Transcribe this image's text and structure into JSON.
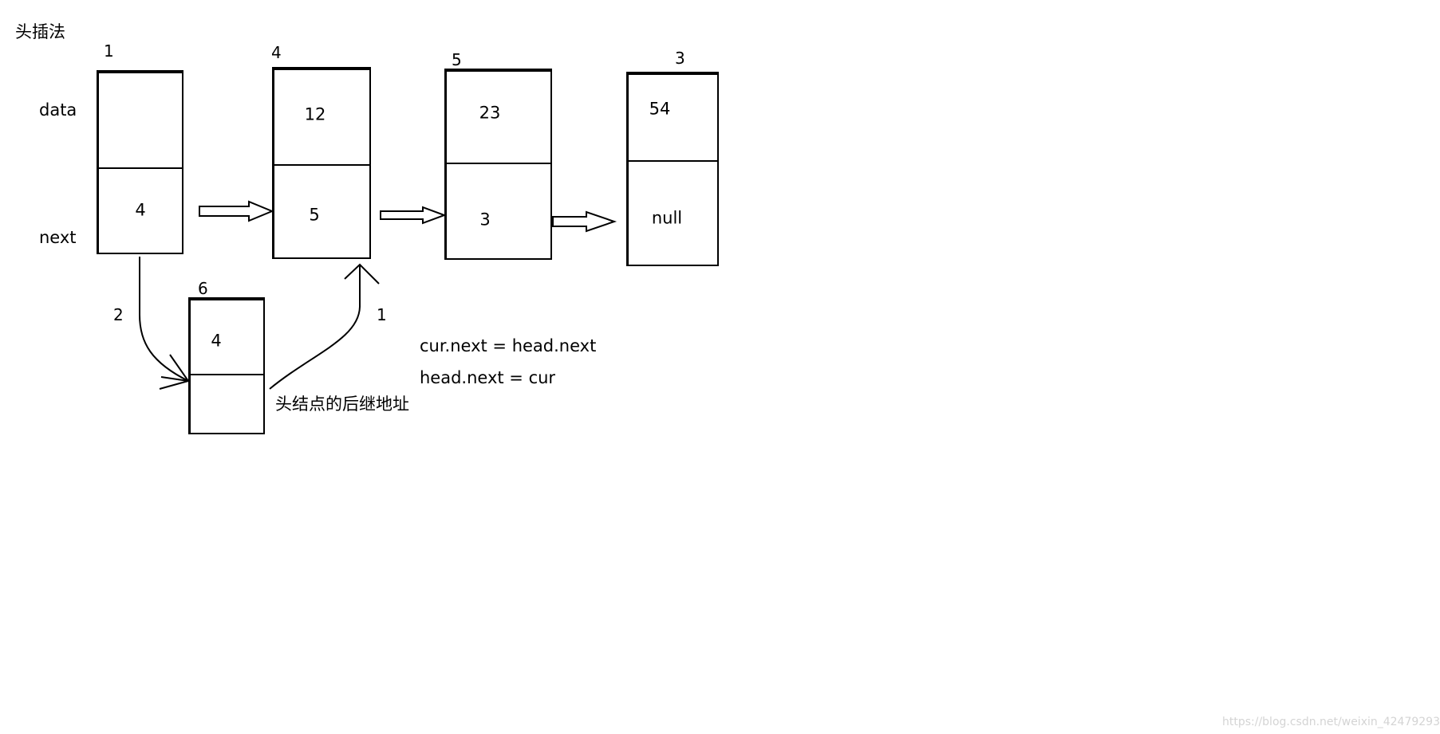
{
  "diagram": {
    "title": "头插法",
    "row_labels": {
      "data": "data",
      "next": "next"
    },
    "nodes": [
      {
        "id": "1",
        "data": "",
        "next": "4"
      },
      {
        "id": "4",
        "data": "12",
        "next": "5"
      },
      {
        "id": "5",
        "data": "23",
        "next": "3"
      },
      {
        "id": "3",
        "data": "54",
        "next": "null"
      },
      {
        "id": "6",
        "data": "4",
        "next": ""
      }
    ],
    "steps": {
      "first": "1",
      "second": "2"
    },
    "code": [
      "cur.next = head.next",
      "head.next = cur"
    ],
    "note": "头结点的后继地址"
  },
  "watermark": "https://blog.csdn.net/weixin_42479293"
}
